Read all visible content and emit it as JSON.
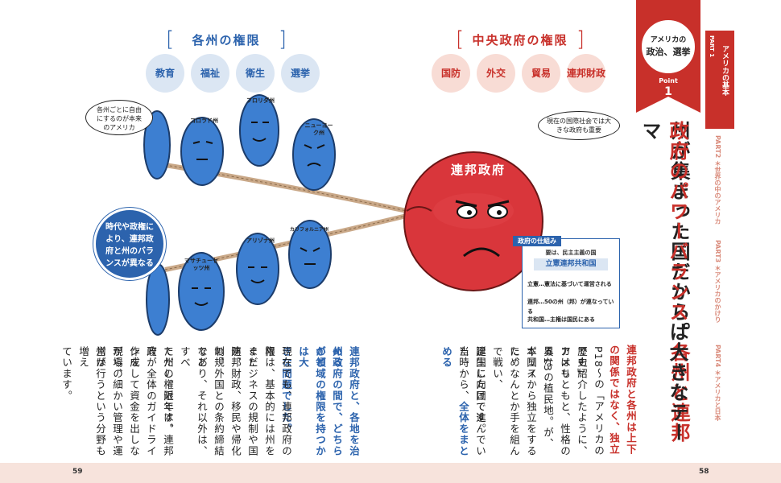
{
  "states": {
    "heading": "各州の権限",
    "chips": [
      "教育",
      "福祉",
      "衛生",
      "選挙"
    ],
    "bubble": "各州ごとに自由にするのが本来のアメリカ",
    "characters": [
      "コロラド州",
      "フロリダ州",
      "ニューヨーク州",
      "アリゾナ州",
      "カリフォルニア州",
      "マサチューセッツ州"
    ],
    "note": "時代や政権により、連邦政府と州のバランスが異なる"
  },
  "federal": {
    "heading": "中央政府の権限",
    "chips": [
      "国防",
      "外交",
      "貿易",
      "連邦財政"
    ],
    "bubble": "現在の国際社会では大きな政府も重要",
    "ball_label": "連邦政府"
  },
  "mechanism": {
    "tab": "政府の仕組み",
    "sub": "要は、民主主義の国",
    "name": "立憲連邦共和国",
    "rows": [
      {
        "term": "立憲",
        "desc": "憲法に基づいて運営される"
      },
      {
        "term": "連邦",
        "desc": "50の州（邦）が連なっている"
      },
      {
        "term": "共和国",
        "desc": "主権は国民にある"
      }
    ]
  },
  "ribbon": {
    "line1": "アメリカの",
    "line2": "政治、選挙",
    "point_label": "Point",
    "point_num": "1"
  },
  "title": {
    "line1": "州が集まった国だから。",
    "line1_red": "各州と連邦",
    "line2": "政府のパワーバランス",
    "line2_black": "は大きなテーマ"
  },
  "sidebar": {
    "part1_label": "PART 1",
    "part1": "アメリカの基本",
    "part2": "PART2 ＊世界の中のアメリカ",
    "part3": "PART3 ＊アメリカのかけり",
    "part4": "PART4 ＊アメリカと日本"
  },
  "body": {
    "lead": "連邦政府と各州は上下の関係ではなく、独立",
    "col1": "P18〜の「アメリカの歴史」",
    "col2": "でも紹介したように、アメリ",
    "col3": "カはもともと、性格の異な",
    "col4": "る13の植民地。が、本国イ",
    "col5": "ギリスから独立をするため",
    "col6": "に、なんとか手を組んで戦い、",
    "col7": "誕生した国です。",
    "col8": "建国に向けて進んでいた",
    "col9a": "当時から、",
    "col9b": "全体をまとめる",
    "col10": "連邦政府と、各地を治める",
    "col11": "州政府の間で、どちらがど",
    "col12": "の領域の権限を持つかは大",
    "col13": "きな問題でした。",
    "col14": "現在でも、連邦政府の権",
    "col15": "限は、基本的には州をまた",
    "col16": "ぐビジネスの規制や国防、",
    "col17": "連邦財政、移民や帰化の規",
    "col18": "制、外国との条約締結など",
    "col19": "であり、それ以外は、すべ",
    "col20": "て州の権限です。",
    "col21": "ただし、近年は、連邦政",
    "col22": "府が全体のガイドラインを",
    "col23": "作成して資金を出しながら、",
    "col24": "現場の細かい管理や運営は",
    "col25": "州が行うという分野も増え",
    "col26": "ています。"
  },
  "pages": {
    "left": "59",
    "right": "58"
  },
  "colors": {
    "blue": "#2c63ad",
    "red": "#c8302a",
    "char_blue": "#3d7fd1",
    "ball_red": "#d9363b"
  }
}
